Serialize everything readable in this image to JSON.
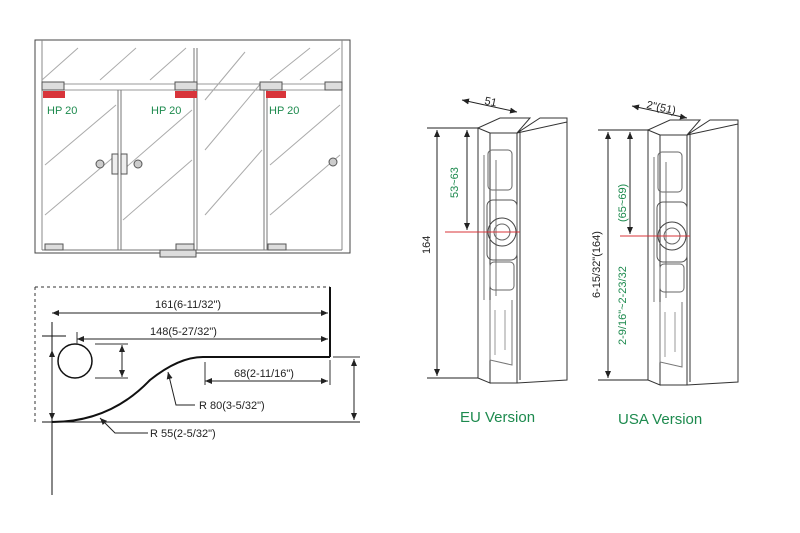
{
  "door_labels": [
    "HP 20",
    "HP 20",
    "HP 20"
  ],
  "profile": {
    "dim_overall": "161(6-11/32\")",
    "dim_center": "148(5-27/32\")",
    "dim_right": "68(2-11/16\")",
    "radius_large": "R 80(3-5/32\")",
    "radius_small": "R 55(2-5/32\")"
  },
  "eu": {
    "width": "51",
    "height": "164",
    "range": "53~63",
    "caption": "EU Version"
  },
  "usa": {
    "width": "2\"(51)",
    "height": "6-15/32\"(164)",
    "range_a": "(65~69)",
    "range_b": "2-9/16\"~2-23/32",
    "caption": "USA Version"
  },
  "colors": {
    "hinge_red": "#d8343a",
    "label_green": "#1d8a4e",
    "line": "#333333"
  }
}
